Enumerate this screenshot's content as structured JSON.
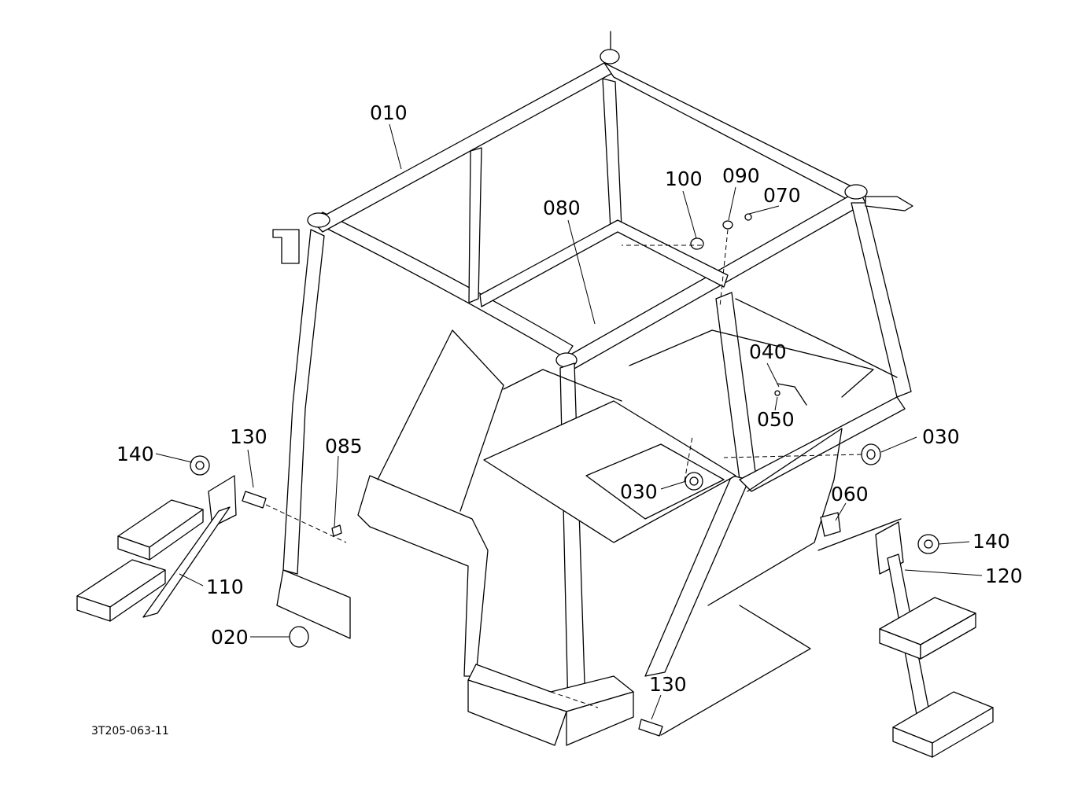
{
  "drawing_number": "3T205-063-11",
  "callouts": {
    "c010": "010",
    "c080": "080",
    "c100": "100",
    "c090": "090",
    "c070": "070",
    "c040": "040",
    "c050": "050",
    "c030_right": "030",
    "c030_center": "030",
    "c060": "060",
    "c085": "085",
    "c130_left": "130",
    "c140_left": "140",
    "c110": "110",
    "c020": "020",
    "c130_bottom": "130",
    "c140_right": "140",
    "c120": "120"
  }
}
